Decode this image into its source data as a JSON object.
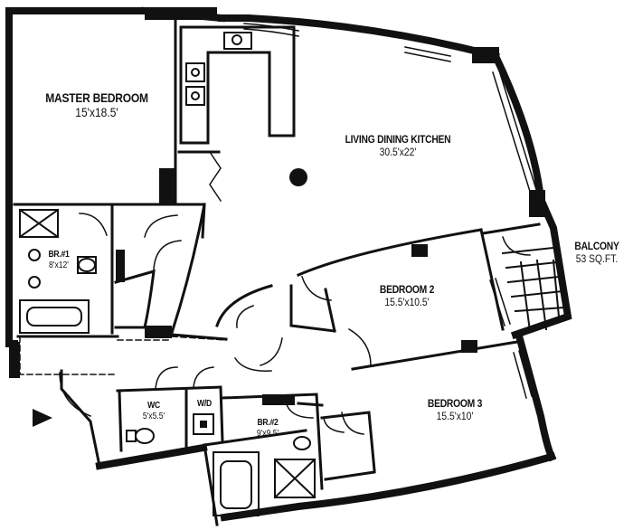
{
  "rooms": {
    "master_bedroom": {
      "name": "MASTER BEDROOM",
      "dims": "15'x18.5'"
    },
    "living": {
      "name": "LIVING DINING KITCHEN",
      "dims": "30.5'x22'"
    },
    "br1": {
      "name": "BR.#1",
      "dims": "8'x12'"
    },
    "bedroom2": {
      "name": "BEDROOM 2",
      "dims": "15.5'x10.5'"
    },
    "balcony": {
      "name": "BALCONY",
      "dims": "53 SQ.FT."
    },
    "bedroom3": {
      "name": "BEDROOM 3",
      "dims": "15.5'x10'"
    },
    "wc": {
      "name": "WC",
      "dims": "5'x5.5'"
    },
    "wd": {
      "name": "W/D"
    },
    "br2": {
      "name": "BR.#2",
      "dims": "9'x9.5'"
    }
  },
  "colors": {
    "ink": "#111111",
    "paper": "#ffffff"
  }
}
